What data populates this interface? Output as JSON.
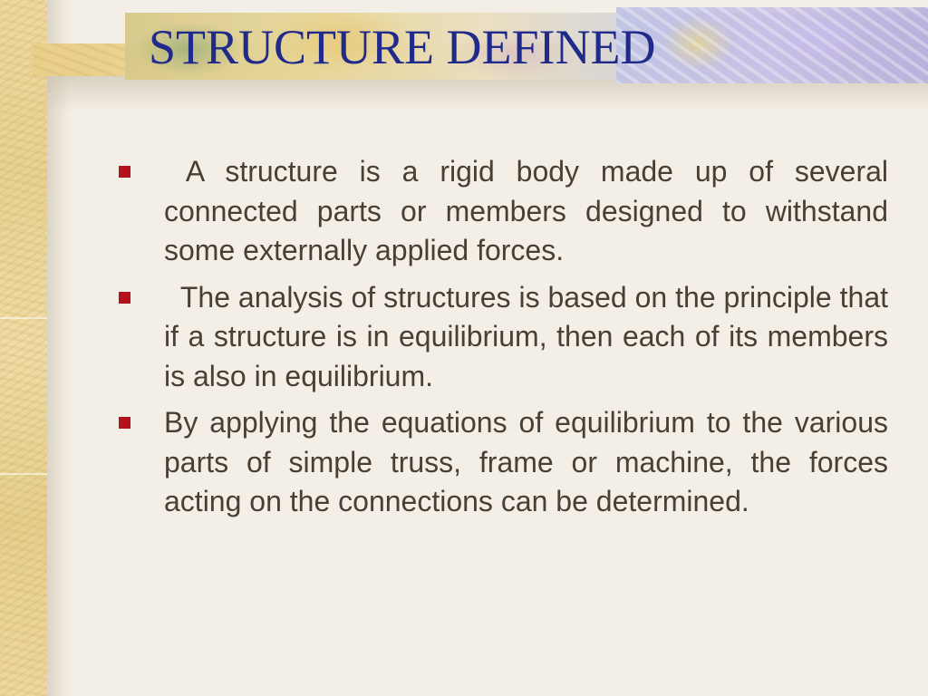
{
  "slide": {
    "title": "STRUCTURE DEFINED",
    "bullets": [
      " A structure is a rigid body made up of several connected parts or members designed to withstand some externally applied forces.",
      "  The analysis of structures is based on the principle that if a structure is in equilibrium, then each of its members is also in equilibrium.",
      "By applying the equations of equilibrium to the various parts of simple truss, frame or machine, the forces acting on the connections can be determined."
    ]
  },
  "colors": {
    "title": "#1f2a8a",
    "body_text": "#4a3f33",
    "bullet": "#b5111d",
    "background": "#f4efe6"
  }
}
